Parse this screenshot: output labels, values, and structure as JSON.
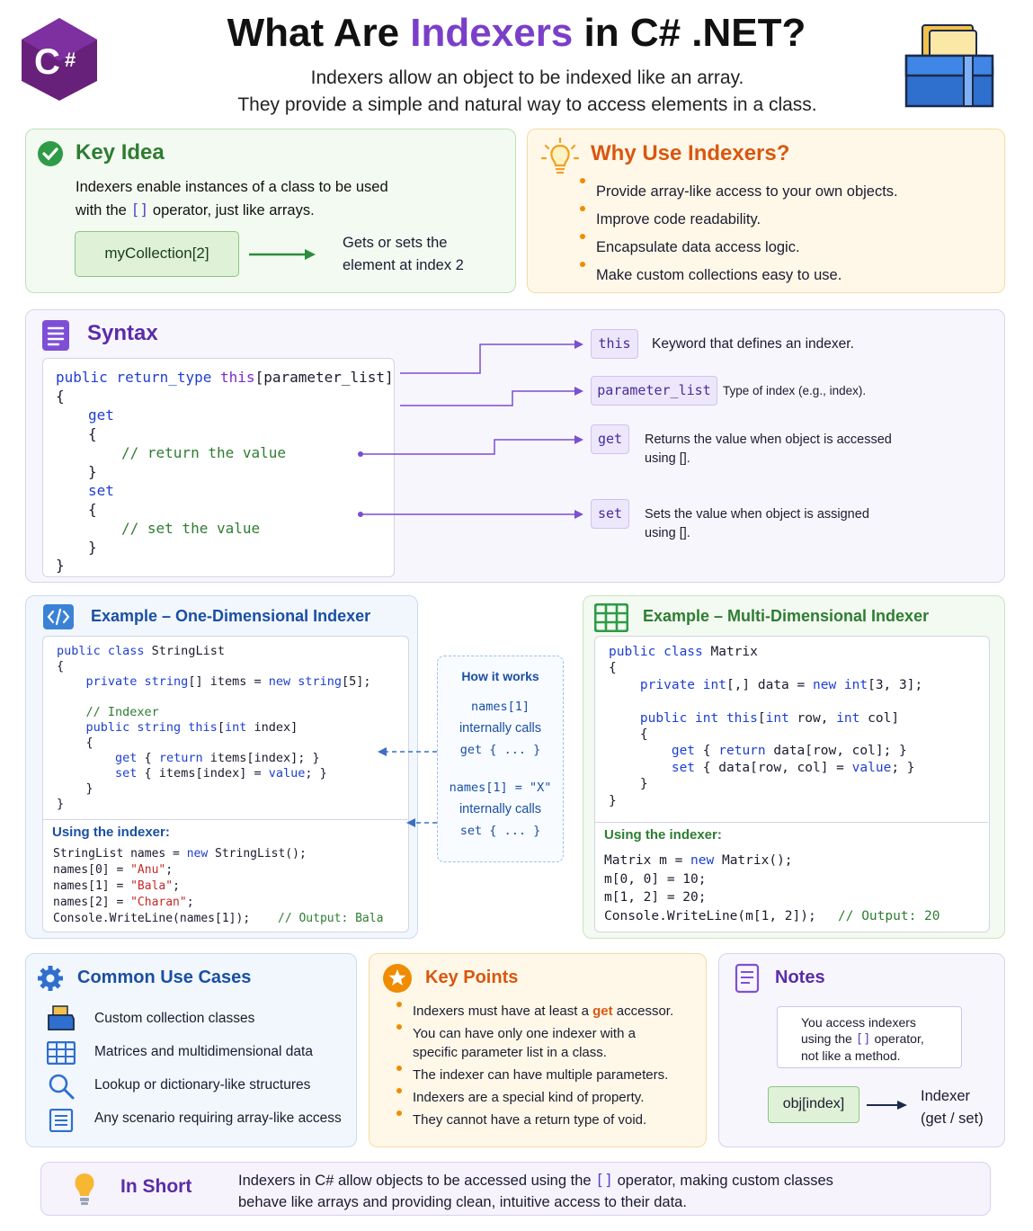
{
  "header": {
    "title_part1": "What Are ",
    "title_highlight": "Indexers",
    "title_part2": " in C# .NET?",
    "subtitle_line1": "Indexers allow an object to be indexed like an array.",
    "subtitle_line2": "They provide a simple and natural way to access elements in a class.",
    "logo_text": "C#"
  },
  "key_idea": {
    "title": "Key Idea",
    "text_line1": "Indexers enable instances of a class to be used",
    "text_line2_a": "with the ",
    "text_line2_code": "[]",
    "text_line2_b": " operator, just like arrays.",
    "example_code": "myCollection[2]",
    "example_result_line1": "Gets or sets the",
    "example_result_line2": "element at index 2"
  },
  "why_use": {
    "title": "Why Use Indexers?",
    "items": [
      "Provide array-like access to your own objects.",
      "Improve code readability.",
      "Encapsulate data access logic.",
      "Make custom collections easy to use."
    ]
  },
  "syntax": {
    "title": "Syntax",
    "code": {
      "l1a": "public",
      "l1b": " return_type ",
      "l1c": "this",
      "l1d": "[parameter_list]",
      "brace_open": "{",
      "get": "get",
      "get_open": "{",
      "get_comment": "// return the value",
      "get_close": "}",
      "set": "set",
      "set_open": "{",
      "set_comment": "// set the value",
      "set_close": "}",
      "brace_close": "}"
    },
    "callouts": [
      {
        "term": "this",
        "desc": "Keyword that defines an indexer."
      },
      {
        "term": "parameter_list",
        "desc": "Type of index (e.g., index)."
      },
      {
        "term": "get",
        "desc_line1": "Returns the value when object is accessed",
        "desc_line2": "using []."
      },
      {
        "term": "set",
        "desc_line1": "Sets the value when object is assigned",
        "desc_line2": "using []."
      }
    ]
  },
  "example_1d": {
    "title": "Example – One-Dimensional Indexer",
    "using_label": "Using the indexer:",
    "output_comment": "// Output: Bala"
  },
  "how_it_works": {
    "title": "How it works",
    "l1": "names[1]",
    "l2": "internally calls",
    "l3": "get { ... }",
    "l4": "names[1] = \"X\"",
    "l5": "internally calls",
    "l6": "set { ... }"
  },
  "example_md": {
    "title": "Example – Multi-Dimensional Indexer",
    "using_label": "Using the indexer:",
    "output_comment": "// Output: 20"
  },
  "use_cases": {
    "title": "Common Use Cases",
    "items": [
      "Custom collection classes",
      "Matrices and multidimensional data",
      "Lookup or dictionary-like structures",
      "Any scenario requiring array-like access"
    ]
  },
  "key_points": {
    "title": "Key Points",
    "item1_a": "Indexers must have at least a ",
    "item1_b": "get",
    "item1_c": " accessor.",
    "item2_line1": "You can have only one indexer with a",
    "item2_line2": "specific parameter list in a class.",
    "item3": "The indexer can have multiple parameters.",
    "item4": "Indexers are a special kind of property.",
    "item5": "They cannot have a return type of void."
  },
  "notes": {
    "title": "Notes",
    "box_line1": "You access indexers",
    "box_line2_a": "using the ",
    "box_line2_code": "[]",
    "box_line2_b": " operator,",
    "box_line3": "not like a method.",
    "code": "obj[index]",
    "result_line1": "Indexer",
    "result_line2": "(get / set)"
  },
  "in_short": {
    "title": "In Short",
    "line1_a": "Indexers in C# allow objects to be accessed using the ",
    "line1_code": "[]",
    "line1_b": " operator, making custom classes",
    "line2": "behave like arrays and providing clean, intuitive access to their data."
  },
  "colors": {
    "purple": "#6a3fc8",
    "green": "#2e7d32",
    "orange": "#d9570f",
    "blue": "#1a4fa3"
  }
}
